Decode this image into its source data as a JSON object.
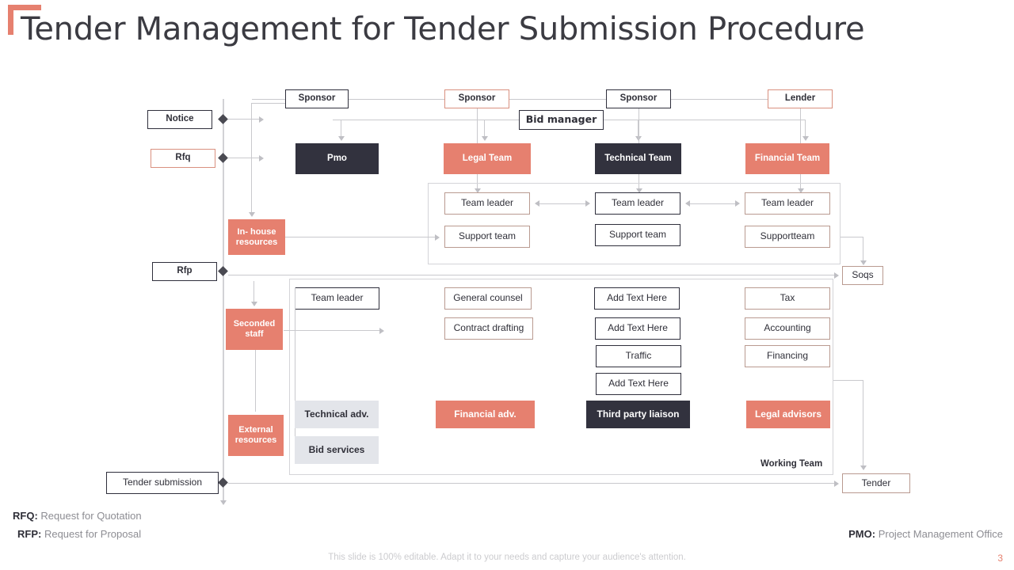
{
  "header": {
    "title": "Tender Management for Tender Submission Procedure",
    "accent_color": "#E6806F"
  },
  "colors": {
    "salmon": "#E6806F",
    "dark": "#32323E",
    "gray_fill": "#E3E5EA",
    "line": "#C9C9CD"
  },
  "timeline": {
    "milestones": [
      {
        "label": "Notice",
        "style": "dark-border"
      },
      {
        "label": "Rfq",
        "style": "salmon-border"
      },
      {
        "label": "Rfp",
        "style": "dark-border"
      },
      {
        "label": "Tender submission",
        "style": "dark-border"
      }
    ]
  },
  "resource_bands": [
    {
      "label": "In- house resources"
    },
    {
      "label": "Seconded staff"
    },
    {
      "label": "External resources"
    }
  ],
  "stakeholders": [
    {
      "label": "Sponsor",
      "style": "dark-border"
    },
    {
      "label": "Sponsor",
      "style": "salmon-border"
    },
    {
      "label": "Sponsor",
      "style": "dark-border"
    },
    {
      "label": "Lender",
      "style": "salmon-border"
    }
  ],
  "bid_manager": {
    "label": "Bid manager"
  },
  "teams": [
    {
      "label": "Pmo",
      "style": "dark-fill"
    },
    {
      "label": "Legal Team",
      "style": "salmon-fill"
    },
    {
      "label": "Technical Team",
      "style": "dark-fill"
    },
    {
      "label": "Financial Team",
      "style": "salmon-fill"
    }
  ],
  "leaders_group": {
    "leaders": [
      {
        "label": "Team leader",
        "style": "salmon-border"
      },
      {
        "label": "Team leader",
        "style": "dark-border"
      },
      {
        "label": "Team leader",
        "style": "salmon-border"
      }
    ],
    "support": [
      {
        "label": "Support team",
        "style": "salmon-border"
      },
      {
        "label": "Support team",
        "style": "dark-border"
      },
      {
        "label": "Supportteam",
        "style": "salmon-border"
      }
    ]
  },
  "working_team": {
    "caption": "Working Team",
    "col1": {
      "leader": {
        "label": "Team leader",
        "style": "dark-border"
      },
      "advisors": [
        {
          "label": "Technical adv.",
          "style": "gray-fill"
        },
        {
          "label": "Bid  services",
          "style": "gray-fill"
        }
      ]
    },
    "col2": {
      "items": [
        {
          "label": "General counsel",
          "style": "salmon-border"
        },
        {
          "label": "Contract drafting",
          "style": "salmon-border"
        }
      ],
      "advisor": {
        "label": "Financial adv.",
        "style": "salmon-fill"
      }
    },
    "col3": {
      "items": [
        {
          "label": "Add Text Here",
          "style": "dark-border"
        },
        {
          "label": "Add Text Here",
          "style": "dark-border"
        },
        {
          "label": "Traffic",
          "style": "dark-border"
        },
        {
          "label": "Add Text Here",
          "style": "dark-border"
        }
      ],
      "advisor": {
        "label": "Third party liaison",
        "style": "dark-fill"
      }
    },
    "col4": {
      "items": [
        {
          "label": "Tax",
          "style": "salmon-border"
        },
        {
          "label": "Accounting",
          "style": "salmon-border"
        },
        {
          "label": "Financing",
          "style": "salmon-border"
        }
      ],
      "advisor": {
        "label": "Legal advisors",
        "style": "salmon-fill"
      }
    }
  },
  "outputs": [
    {
      "label": "Soqs",
      "style": "salmon-border"
    },
    {
      "label": "Tender",
      "style": "salmon-border"
    }
  ],
  "legend": {
    "rfq_key": "RFQ:",
    "rfq_text": " Request for Quotation",
    "rfp_key": "RFP:",
    "rfp_text": " Request for Proposal",
    "pmo_key": "PMO:",
    "pmo_text": " Project Management Office"
  },
  "footer": {
    "note": "This slide is 100% editable. Adapt it to your needs and capture your audience's attention.",
    "page_number": "3"
  }
}
